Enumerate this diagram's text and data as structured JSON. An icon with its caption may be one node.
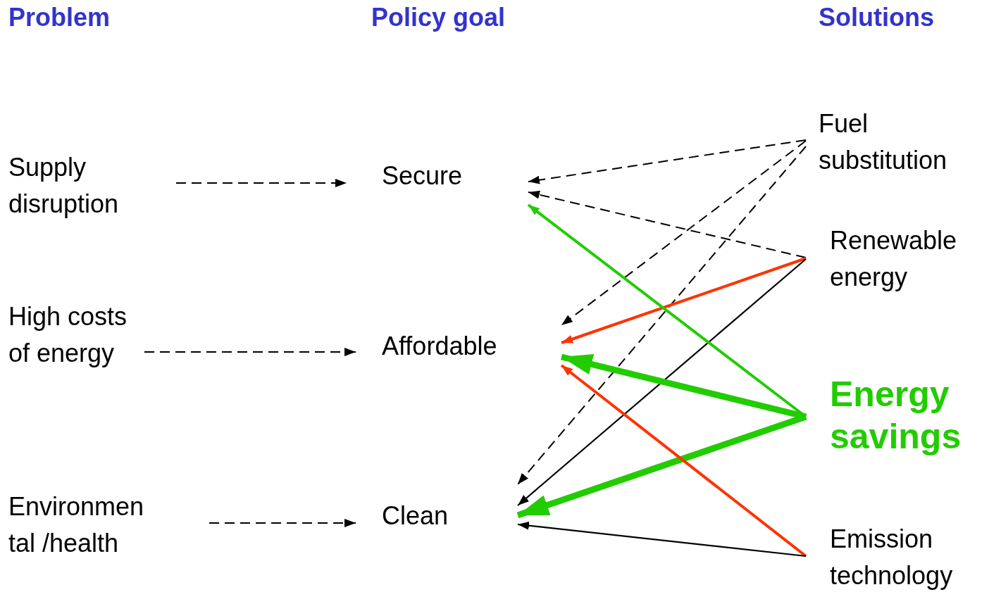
{
  "diagram": {
    "nodes": [
      {
        "text": [
          "Supply disruption"
        ]
      },
      {
        "text": [
          "High costs of energy"
        ]
      },
      {
        "text": [
          "Environmen tal /health"
        ]
      },
      {
        "text": [
          "Secure"
        ]
      },
      {
        "text": [
          "Affordable"
        ]
      },
      {
        "text": [
          "Clean"
        ]
      },
      {
        "text": [
          "Fuel substitution"
        ]
      },
      {
        "text": [
          "Renewable energy"
        ]
      },
      {
        "text": [
          "Energy savings"
        ]
      },
      {
        "text": [
          "Emission technology"
        ]
      }
    ],
    "edges": [
      {
        "from": 0,
        "to": 3,
        "arrow": "to",
        "style": "dashed"
      },
      {
        "from": 1,
        "to": 4,
        "arrow": "to",
        "style": "dashed"
      },
      {
        "from": 2,
        "to": 5,
        "arrow": "to",
        "style": "dashed"
      },
      {
        "from": 6,
        "to": 3,
        "arrow": "to",
        "style": "dashed"
      },
      {
        "from": 6,
        "to": 4,
        "arrow": "to",
        "style": "dashed"
      },
      {
        "from": 6,
        "to": 5,
        "arrow": "to",
        "style": "dashed"
      },
      {
        "from": 7,
        "to": 3,
        "arrow": "to",
        "style": "dashed"
      },
      {
        "from": 7,
        "to": 4,
        "arrow": "to",
        "color": "#ff3300"
      },
      {
        "from": 7,
        "to": 5,
        "arrow": "to"
      },
      {
        "from": 8,
        "to": 3,
        "arrow": "to",
        "color": "#22cc00"
      },
      {
        "from": 8,
        "to": 4,
        "arrow": "to",
        "style": "thick",
        "color": "#22cc00"
      },
      {
        "from": 8,
        "to": 5,
        "arrow": "to",
        "style": "thick",
        "color": "#22cc00"
      },
      {
        "from": 9,
        "to": 4,
        "arrow": "to",
        "color": "#ff3300"
      },
      {
        "from": 9,
        "to": 5,
        "arrow": "to"
      }
    ],
    "labels": [
      "Problem",
      "Policy goal",
      "Solutions"
    ]
  }
}
